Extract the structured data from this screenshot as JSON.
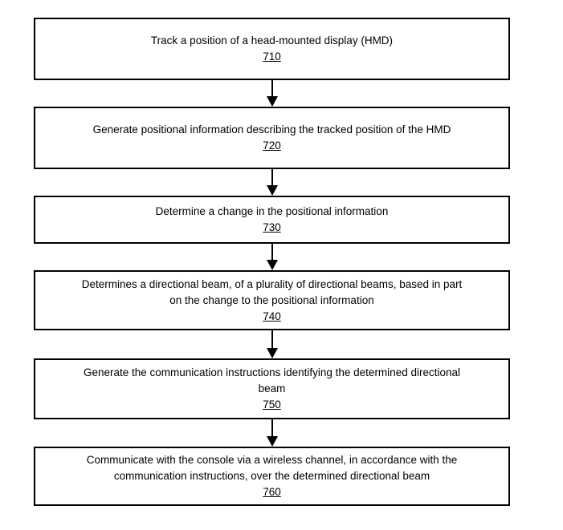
{
  "figure": {
    "background_color": "#ffffff",
    "line_color": "#000000",
    "steps": [
      {
        "lines": [
          "Track a position of a head-mounted display (HMD)"
        ],
        "ref": "710"
      },
      {
        "lines": [
          "Generate positional information describing the tracked position of the HMD"
        ],
        "ref": "720"
      },
      {
        "lines": [
          "Determine a change in the positional information"
        ],
        "ref": "730"
      },
      {
        "lines": [
          "Determines a directional beam, of a plurality of directional beams, based in part",
          "on the change to the positional information"
        ],
        "ref": "740"
      },
      {
        "lines": [
          "Generate the communication instructions identifying the determined directional",
          "beam"
        ],
        "ref": "750"
      },
      {
        "lines": [
          "Communicate with the console via a wireless channel, in accordance with the",
          "communication instructions, over the determined directional beam"
        ],
        "ref": "760"
      }
    ]
  }
}
